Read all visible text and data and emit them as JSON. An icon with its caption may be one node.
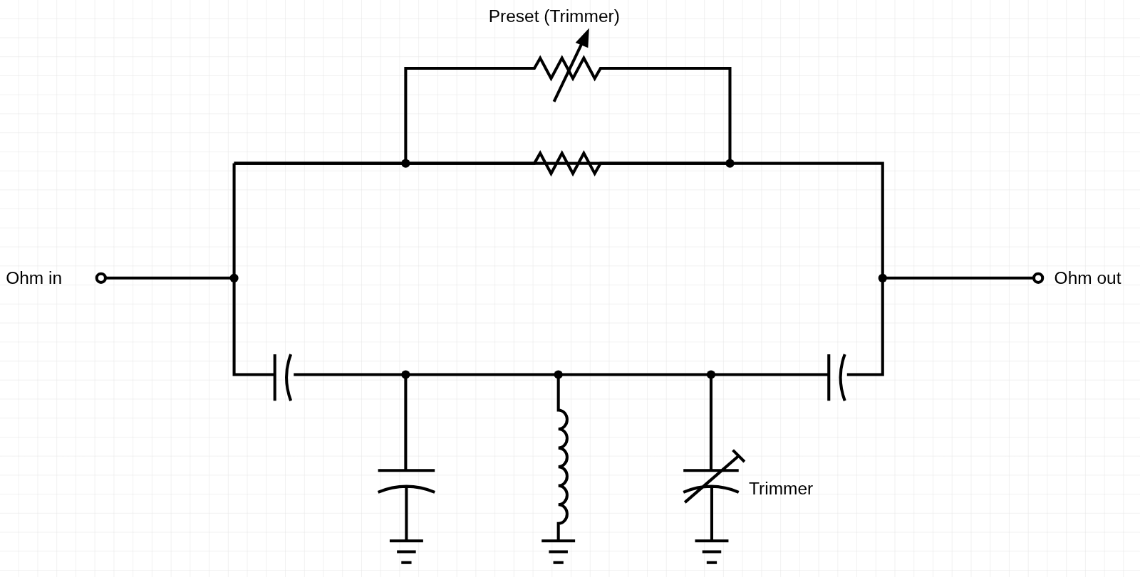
{
  "diagram": {
    "labels": [
      "Preset (Trimmer)",
      "Ohm in",
      "Ohm out",
      "Trimmer"
    ]
  }
}
